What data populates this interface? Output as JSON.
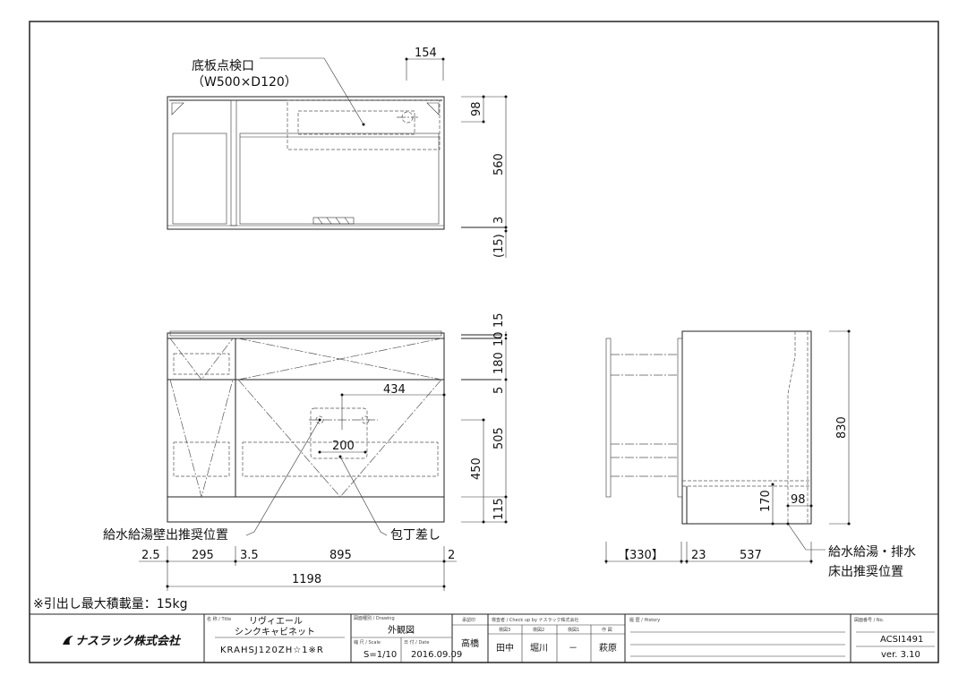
{
  "drawing": {
    "top_view": {
      "callout_line1": "底板点検口",
      "callout_line2": "（W500×D120）",
      "dims": {
        "d154": "154",
        "d98": "98",
        "d560": "560",
        "d3": "3",
        "d15": "(15)"
      }
    },
    "front_view": {
      "dims": {
        "d15": "15",
        "d10": "10",
        "d180": "180",
        "d5": "5",
        "d505": "505",
        "d450": "450",
        "d115": "115",
        "d434": "434",
        "d200": "200"
      },
      "callout_water": "給水給湯壁出推奨位置",
      "callout_knife": "包丁差し",
      "width_dims": {
        "a": "2.5",
        "b": "295",
        "c": "3.5",
        "d": "895",
        "e": "2",
        "total": "1198"
      }
    },
    "side_view": {
      "dims": {
        "d830": "830",
        "d170": "170",
        "d98": "98",
        "d330": "【330】",
        "d23": "23",
        "d537": "537"
      },
      "callout_line1": "給水給湯・排水",
      "callout_line2": "床出推奨位置"
    },
    "note": "※引出し最大積載量：15kg"
  },
  "title_block": {
    "company": "ナスラック株式会社",
    "title_label": "名 称 / Title",
    "title_line1": "リヴィエール",
    "title_line2": "シンクキャビネット",
    "model": "KRAHSJ120ZH☆1※R",
    "drawing_label": "図面種別 / Drawing",
    "drawing_type": "外観図",
    "scale_label": "縮 尺 / Scale",
    "scale": "S=1/10",
    "date_label": "日 付 / Date",
    "date": "2016.09.09",
    "approval_label": "承認印",
    "approval": "高橋",
    "check_label": "検査者 / Check up by ナスラック株式会社",
    "checkers": [
      {
        "role": "検図3",
        "name": "田中"
      },
      {
        "role": "検図2",
        "name": "堀川"
      },
      {
        "role": "検図1",
        "name": "－"
      },
      {
        "role": "作 図",
        "name": "萩原"
      }
    ],
    "history_label": "履 歴 / History",
    "number_label": "図面番号 / No.",
    "number": "ACSI1491",
    "version": "ver. 3.10"
  }
}
